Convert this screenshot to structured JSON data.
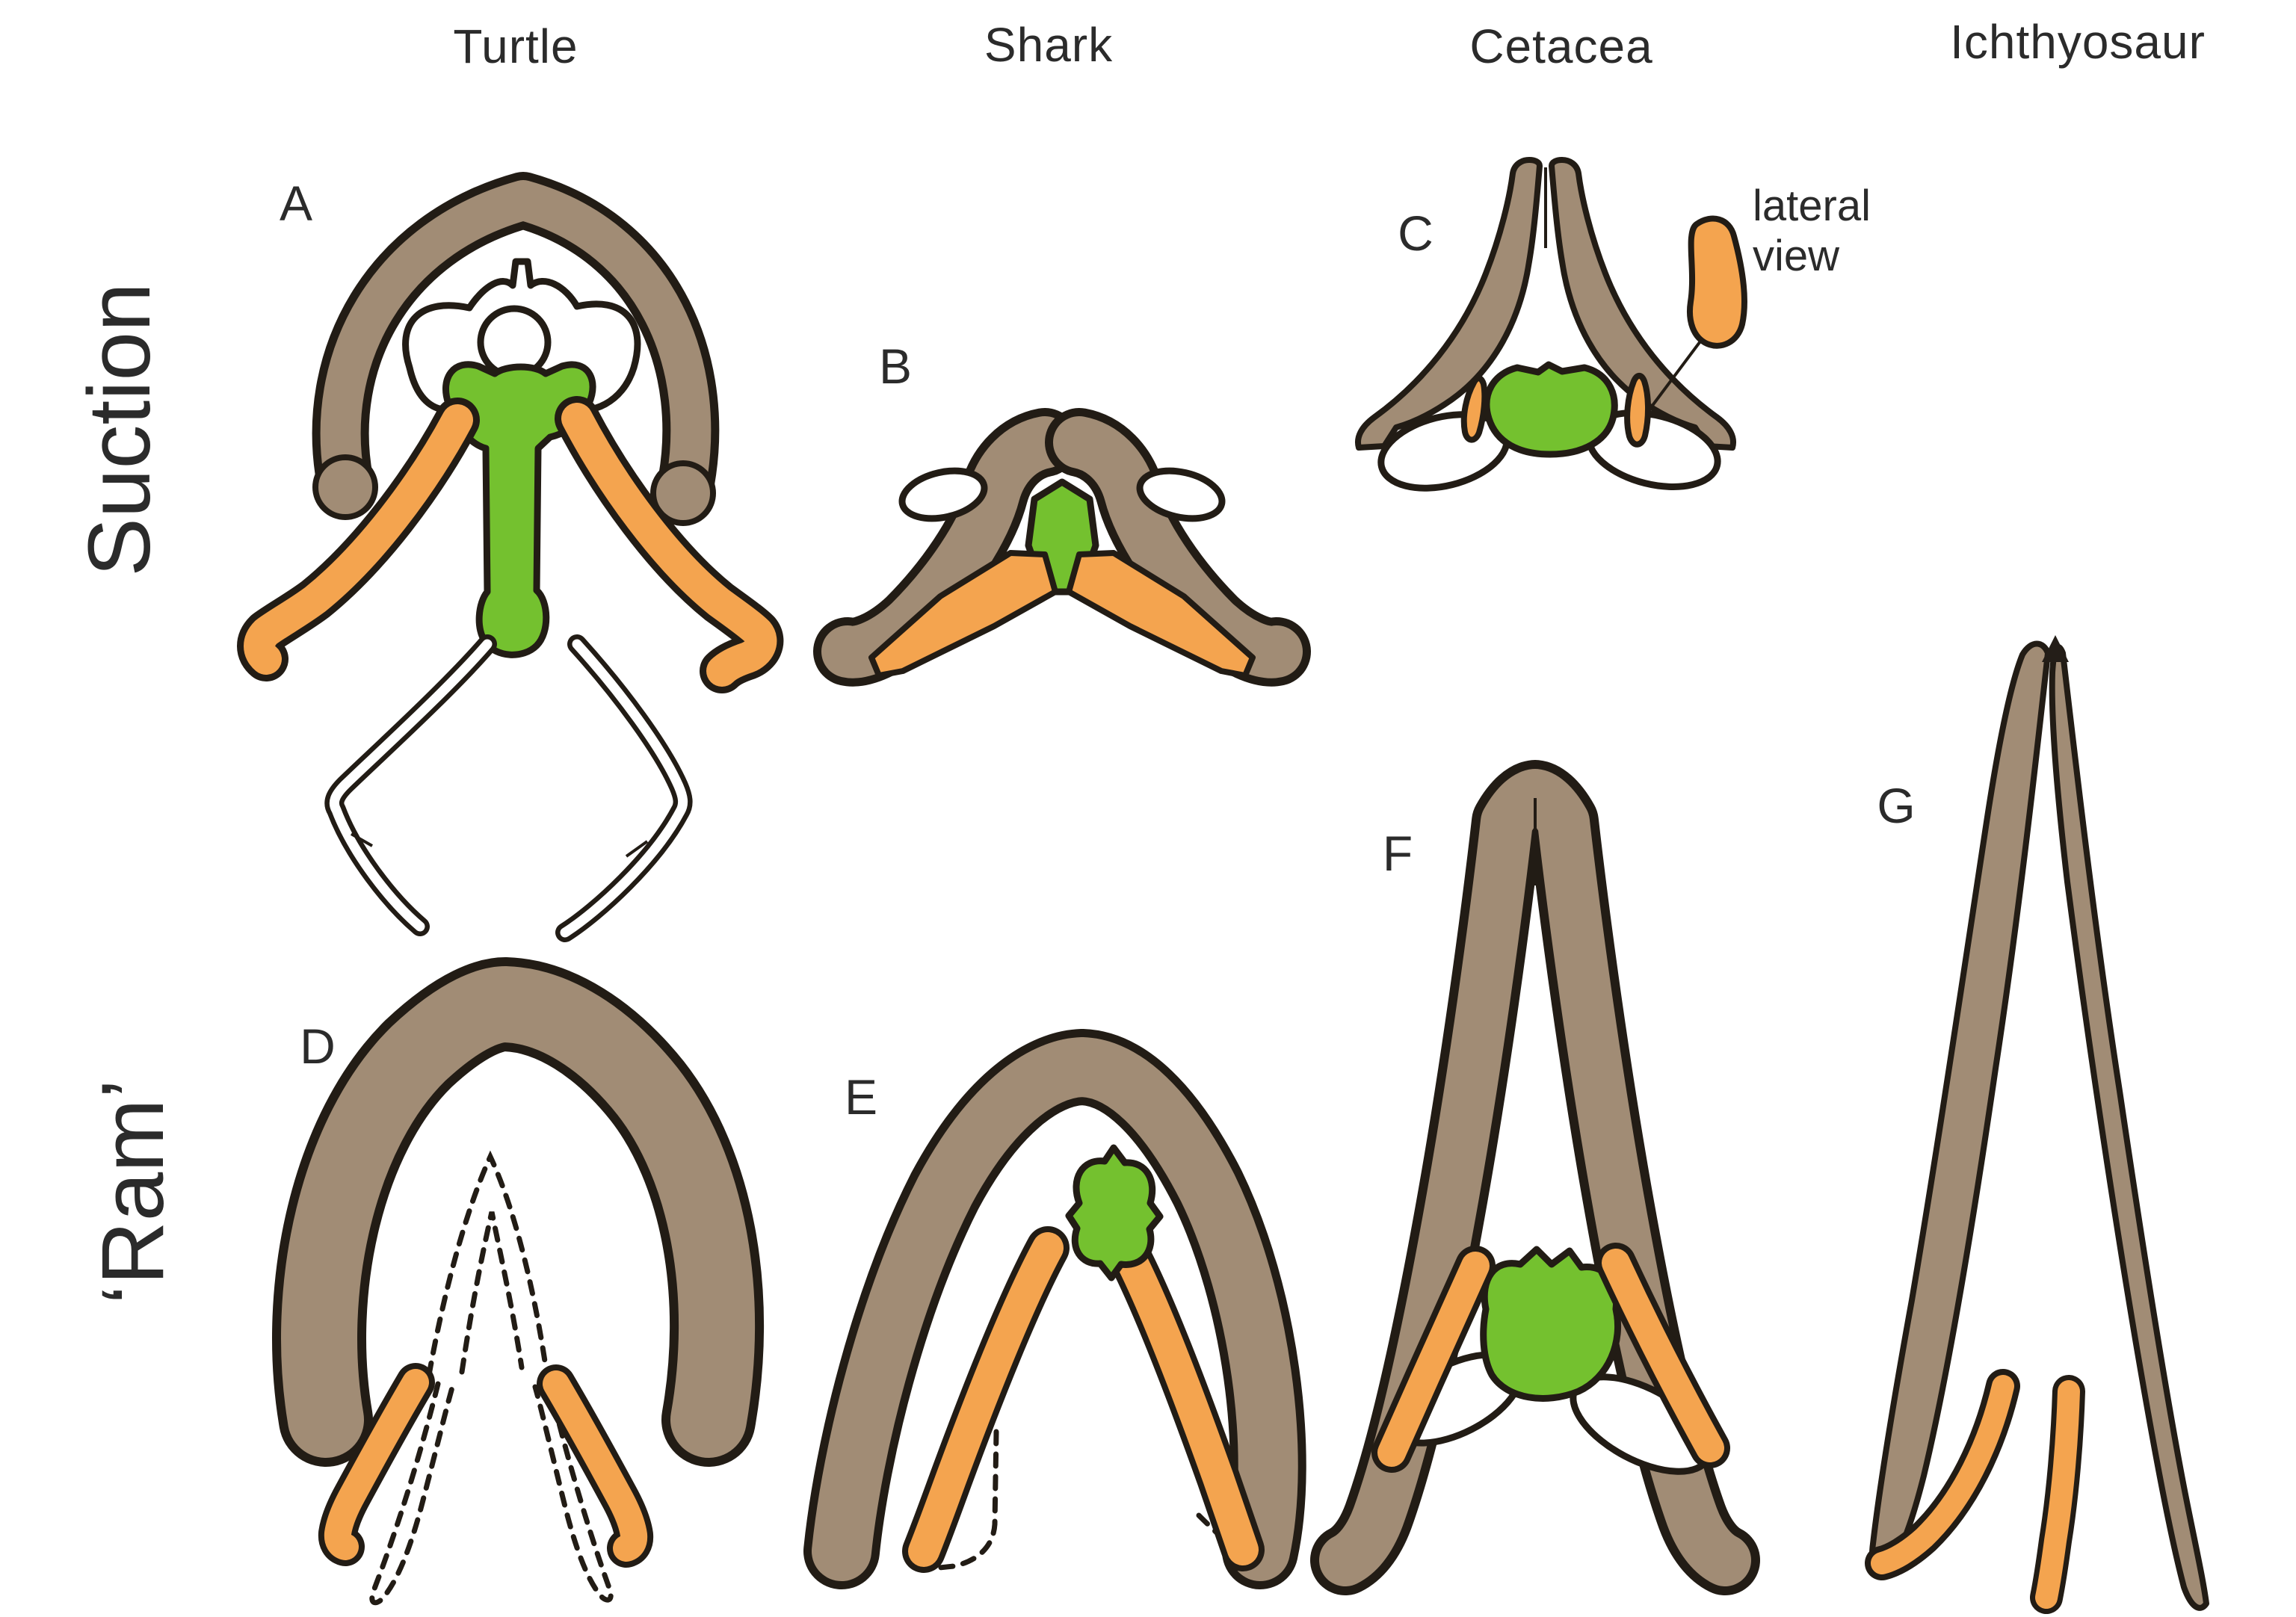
{
  "figure": {
    "columns": [
      "Turtle",
      "Shark",
      "Cetacea",
      "Ichthyosaur"
    ],
    "rows": [
      "Suction",
      "‘Ram’"
    ],
    "panels": {
      "a": {
        "letter": "A",
        "row": "Suction",
        "column": "Turtle"
      },
      "b": {
        "letter": "B",
        "row": "Suction",
        "column": "Shark"
      },
      "c": {
        "letter": "C",
        "row": "Suction",
        "column": "Cetacea"
      },
      "d": {
        "letter": "D",
        "row": "‘Ram’",
        "column": "Turtle"
      },
      "e": {
        "letter": "E",
        "row": "‘Ram’",
        "column": "Shark"
      },
      "f": {
        "letter": "F",
        "row": "‘Ram’",
        "column": "Cetacea"
      },
      "g": {
        "letter": "G",
        "row": "‘Ram’",
        "column": "Ichthyosaur"
      }
    },
    "annotation": {
      "line1": "lateral",
      "line2": "view"
    },
    "colors": {
      "skull": "#a18c75",
      "hyoid": "#f4a44f",
      "basihyal": "#74c12f",
      "outline": "#221c15",
      "text": "#2b2b2b",
      "background": "#ffffff"
    }
  }
}
